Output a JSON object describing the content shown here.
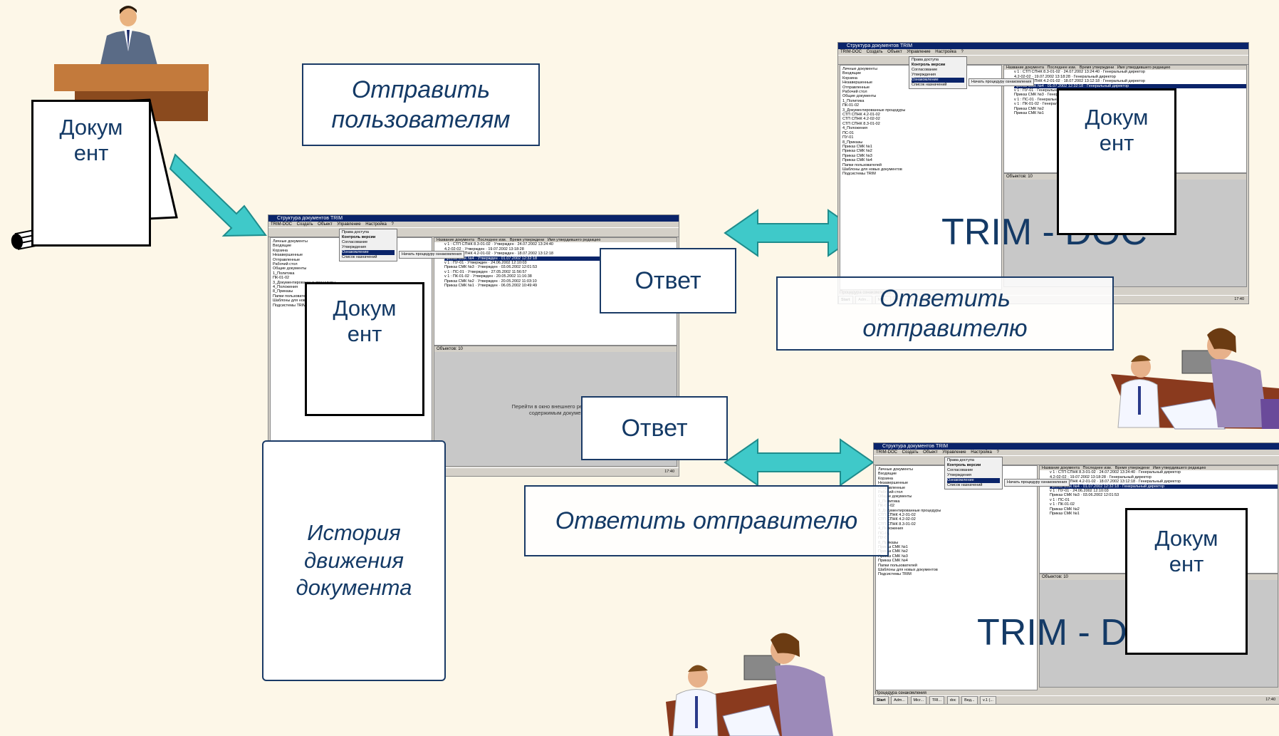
{
  "labels": {
    "send_to_users": "Отправить пользователям",
    "answer": "Ответ",
    "reply_to_sender": "Ответить отправителю",
    "doc_line1": "Докум",
    "doc_line2": "ент",
    "history": "История движения документа",
    "trim_doc": "TRIM - DOC"
  },
  "screen": {
    "window_title": "Структура документов TRIM",
    "menu": [
      "TRIM-DOC",
      "Создать",
      "Объект",
      "Управление",
      "Настройка",
      "?"
    ],
    "dropdown": [
      "Права доступа",
      "Контроль версии",
      "Согласование",
      "Утверждения",
      "Ознакомление",
      "Список назначений"
    ],
    "submenu": "Начать процедуру ознакомления",
    "tree": [
      "Личные документы",
      "Входящие",
      "Корзина",
      "Незавершенные",
      "Отправленные",
      "Рабочий стол",
      "Общие документы",
      "1_Политика",
      "ПК-01-02",
      "3_Документированные процедуры",
      "СТП СПНК 4.2-01-02",
      "СТП СПНК 4.2-02-02",
      "СТП СПНК 8.3-01-02",
      "4_Положения",
      "ПС-01",
      "ПУ-01",
      "8_Приказы",
      "Приказ СМК №1",
      "Приказ СМК №2",
      "Приказ СМК №3",
      "Приказ СМК №4",
      "Папки пользователей",
      "Шаблоны для новых документов",
      "Подсистемы TRIM"
    ],
    "columns": [
      "Название документа",
      "Последнее изм.",
      "Время утверждени",
      "Имя утвердившего редакцию"
    ],
    "rows": [
      [
        "v 1 : СТП СПНК 8.3-01-02",
        "Утвержден",
        "24.07.2002 13:24:40",
        "Генеральный директор"
      ],
      [
        "4.2-02-02",
        "Утвержден",
        "19.07.2002 13:18:28",
        "Генеральный директор"
      ],
      [
        "v 1 : СТП СПНК 4.2-01-02",
        "Утвержден",
        "18.07.2002 13:12:18",
        "Генеральный директор"
      ],
      [
        "Приказ СМК №4",
        "Утвержден",
        "01.07.2002 12:32:18",
        "Генеральный директор"
      ],
      [
        "v 1 : ПУ-01",
        "Утвержден",
        "24.06.2002 12:10:03",
        "Генеральный директор"
      ],
      [
        "Приказ СМК №3",
        "Утвержден",
        "03.06.2002 12:01:53",
        "Генеральный директор"
      ],
      [
        "v 1 : ПС-01",
        "Утвержден",
        "27.05.2002 11:56:57",
        "Генеральный директор"
      ],
      [
        "v 1 : ПК-01-02",
        "Утвержден",
        "20.05.2002 11:16:38",
        "Генеральный директор"
      ],
      [
        "Приказ СМК №2",
        "Утвержден",
        "20.05.2002 11:03:10",
        "Генеральный директор"
      ],
      [
        "Приказ СМК №1",
        "Утвержден",
        "06.05.2002 10:49:49",
        "Генеральный директор"
      ]
    ],
    "objects_count": "Объектов: 10",
    "selected_doc": "Приказ СМК №4",
    "preview_text": "Перейти в окно внешнего редактора с содержимым документа",
    "status": "Процедура ознакомления",
    "taskbar": [
      "Start",
      "Adm...",
      "Micr...",
      "TRI...",
      "doc",
      "Вед...",
      "v.1 (..."
    ],
    "clock": "17:40"
  },
  "colors": {
    "arrow": "#3fc9c9",
    "text_blue": "#143a66",
    "background": "#fdf7e8",
    "title_bar": "#0a246a"
  }
}
